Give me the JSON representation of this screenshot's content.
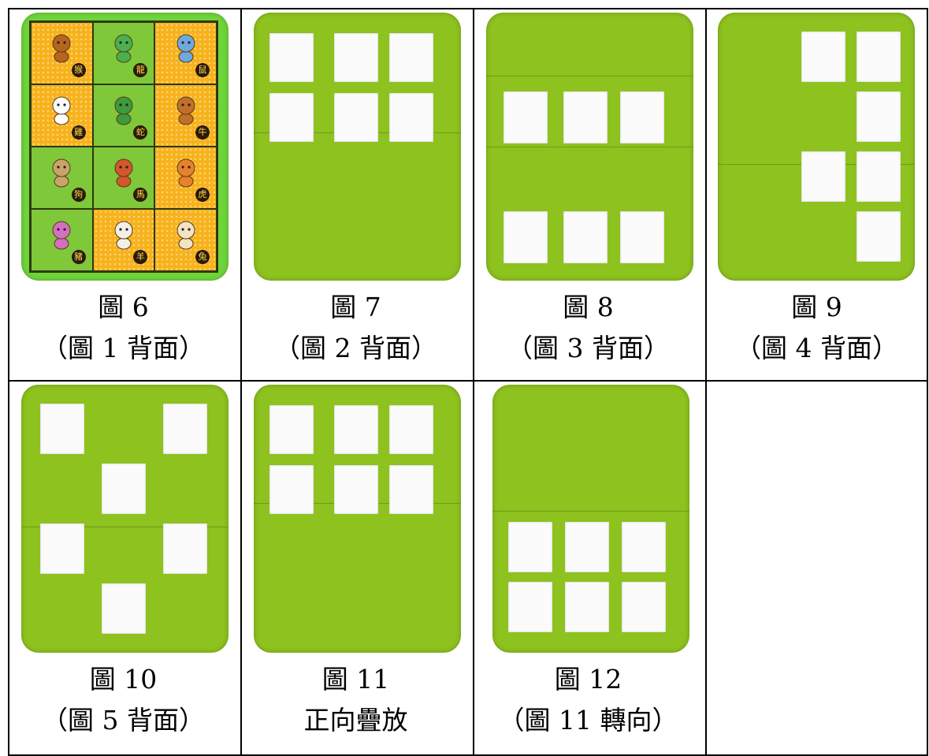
{
  "cards": [
    {
      "id": "fig6",
      "type": "front",
      "caption1": "圖 6",
      "caption2": "（圖 1 背面）"
    },
    {
      "id": "fig7",
      "type": "back",
      "caption1": "圖 7",
      "caption2": "（圖 2 背面）"
    },
    {
      "id": "fig8",
      "type": "back",
      "caption1": "圖 8",
      "caption2": "（圖 3 背面）"
    },
    {
      "id": "fig9",
      "type": "back",
      "caption1": "圖 9",
      "caption2": "（圖 4 背面）"
    },
    {
      "id": "fig10",
      "type": "back",
      "caption1": "圖 10",
      "caption2": "（圖 5 背面）"
    },
    {
      "id": "fig11",
      "type": "back",
      "caption1": "圖 11",
      "caption2": "正向疊放"
    },
    {
      "id": "fig12",
      "type": "back",
      "caption1": "圖 12",
      "caption2": "（圖 11 轉向）"
    }
  ],
  "zodiac": [
    {
      "label": "猴",
      "bg": "orange",
      "icon_color": "#b5651d"
    },
    {
      "label": "龍",
      "bg": "green",
      "icon_color": "#4caf50"
    },
    {
      "label": "鼠",
      "bg": "orange",
      "icon_color": "#6fa8dc"
    },
    {
      "label": "雞",
      "bg": "orange",
      "icon_color": "#ffffff"
    },
    {
      "label": "蛇",
      "bg": "green",
      "icon_color": "#3d9a3d"
    },
    {
      "label": "牛",
      "bg": "orange",
      "icon_color": "#c0702a"
    },
    {
      "label": "狗",
      "bg": "green",
      "icon_color": "#c9a36b"
    },
    {
      "label": "馬",
      "bg": "green",
      "icon_color": "#d2572b"
    },
    {
      "label": "虎",
      "bg": "orange",
      "icon_color": "#e8812d"
    },
    {
      "label": "豬",
      "bg": "green",
      "icon_color": "#d46fc1"
    },
    {
      "label": "羊",
      "bg": "orange",
      "icon_color": "#f2efe6"
    },
    {
      "label": "兔",
      "bg": "orange",
      "icon_color": "#f3e2c4"
    }
  ],
  "colors": {
    "card_green": "#8dc21f",
    "front_green": "#6fd43a",
    "orange": "#f7b21c",
    "window": "#fbfbfb"
  }
}
